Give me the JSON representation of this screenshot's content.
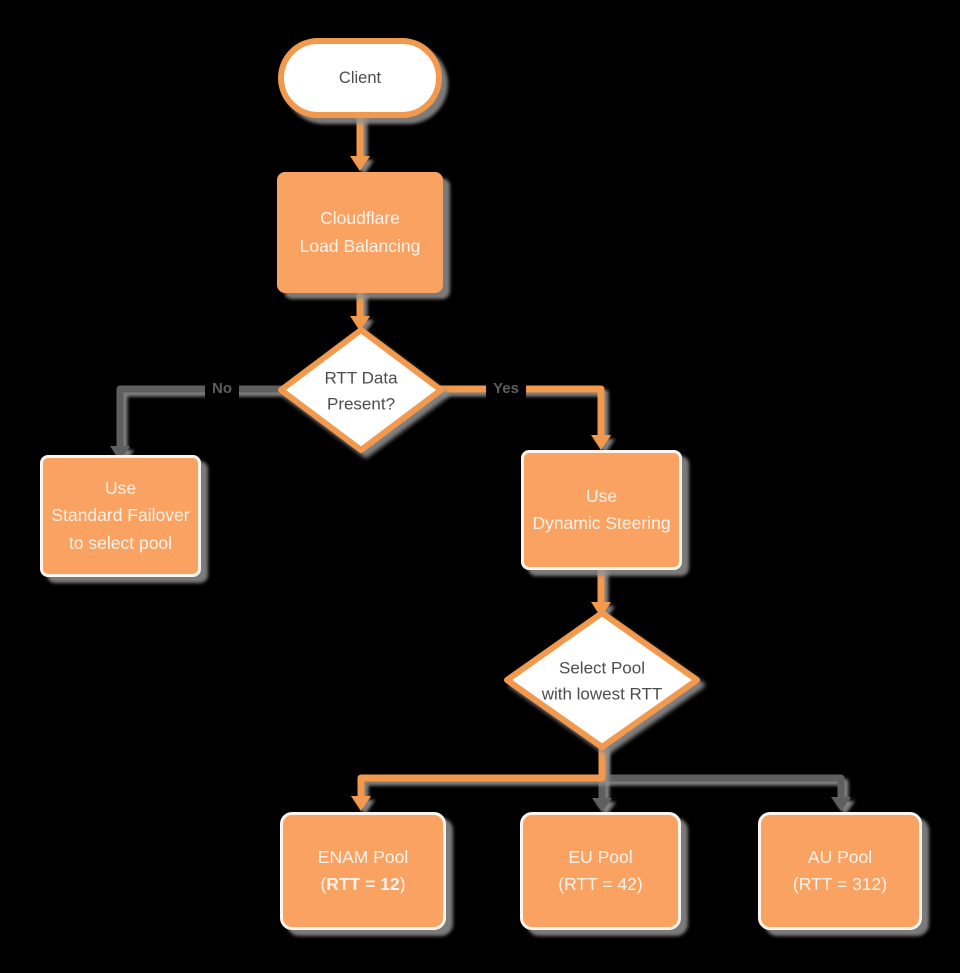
{
  "diagram": {
    "title": "Cloudflare Load Balancing flowchart",
    "colors": {
      "background": "#000000",
      "node_fill_orange": "#F9A262",
      "node_stroke_orange": "#F2994D",
      "node_fill_white": "#FFFFFF",
      "node_border_white": "#FAF5EF",
      "edge_gray": "#5F5F5F",
      "text_dark": "#4D4D4D",
      "text_light": "#FBF3EA",
      "shadow_gray": "#8E8E8E",
      "edge_label_gray": "#5E5E5E"
    },
    "nodes": {
      "client": {
        "type": "terminator",
        "label": "Client"
      },
      "load_balancer": {
        "type": "process",
        "line1": "Cloudflare",
        "line2": "Load Balancing"
      },
      "rtt_decision": {
        "type": "decision",
        "line1": "RTT Data",
        "line2": "Present?"
      },
      "standard_failover": {
        "type": "process",
        "line1": "Use",
        "line2": "Standard Failover",
        "line3": "to select pool"
      },
      "dynamic_steering": {
        "type": "process",
        "line1": "Use",
        "line2": "Dynamic Steering"
      },
      "select_pool": {
        "type": "decision",
        "line1": "Select Pool",
        "line2": "with lowest RTT"
      },
      "enam_pool": {
        "type": "process",
        "line1": "ENAM Pool",
        "line2_open": "(",
        "line2_bold": "RTT = 12",
        "line2_close": ")"
      },
      "eu_pool": {
        "type": "process",
        "line1": "EU Pool",
        "line2": "(RTT = 42)"
      },
      "au_pool": {
        "type": "process",
        "line1": "AU Pool",
        "line2": "(RTT = 312)"
      }
    },
    "edges": {
      "no_label": "No",
      "yes_label": "Yes",
      "connections": {
        "c1": "Client -> Cloudflare Load Balancing",
        "c2": "Cloudflare Load Balancing -> RTT Data Present?",
        "c3": "RTT Data Present? -No-> Use Standard Failover to select pool",
        "c4": "RTT Data Present? -Yes-> Use Dynamic Steering",
        "c5": "Use Dynamic Steering -> Select Pool with lowest RTT",
        "c6": "Select Pool with lowest RTT -> ENAM Pool (RTT = 12)",
        "c7": "Select Pool with lowest RTT -> EU Pool (RTT = 42)",
        "c8": "Select Pool with lowest RTT -> AU Pool (RTT = 312)"
      }
    }
  }
}
